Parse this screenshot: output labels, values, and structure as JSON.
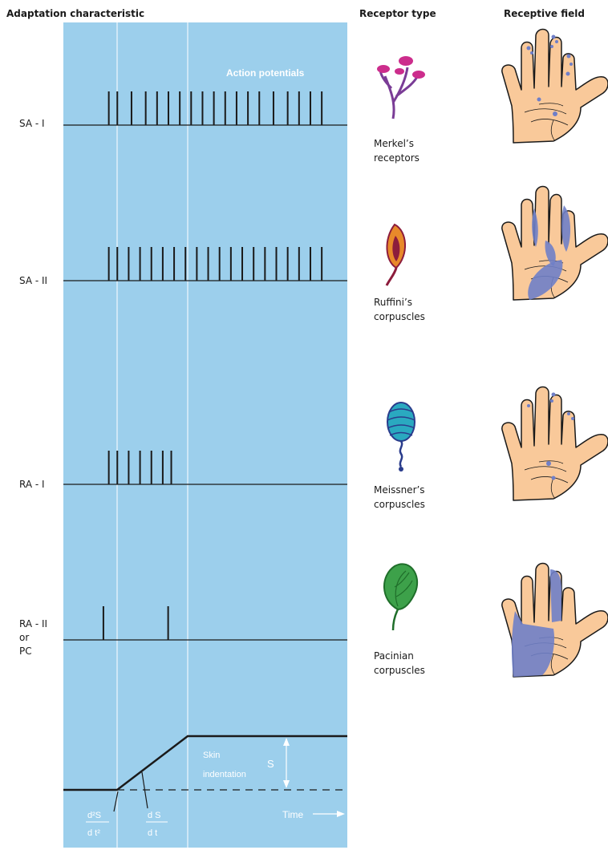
{
  "headers": {
    "adaptation": "Adaptation characteristic",
    "receptor_type": "Receptor type",
    "receptive_field": "Receptive field"
  },
  "action_potentials_label": "Action potentials",
  "rows": [
    {
      "label": "SA - I",
      "receptor_line1": "Merkel’s",
      "receptor_line2": "receptors",
      "spike_times": [
        0.16,
        0.19,
        0.24,
        0.29,
        0.33,
        0.37,
        0.41,
        0.45,
        0.49,
        0.53,
        0.57,
        0.61,
        0.65,
        0.69,
        0.74,
        0.79,
        0.83,
        0.87,
        0.91
      ],
      "colors": {
        "stalk": "#7a3c96",
        "bulb": "#cc2d8c"
      }
    },
    {
      "label": "SA - II",
      "receptor_line1": "Ruffini’s",
      "receptor_line2": "corpuscles",
      "spike_times": [
        0.16,
        0.19,
        0.23,
        0.27,
        0.31,
        0.35,
        0.39,
        0.43,
        0.47,
        0.51,
        0.55,
        0.59,
        0.63,
        0.67,
        0.71,
        0.75,
        0.79,
        0.83,
        0.87,
        0.91
      ],
      "colors": {
        "outer": "#e8892a",
        "inner": "#8c1c3c"
      }
    },
    {
      "label": "RA - I",
      "receptor_line1": "Meissner’s",
      "receptor_line2": "corpuscles",
      "spike_times": [
        0.16,
        0.19,
        0.23,
        0.27,
        0.31,
        0.35,
        0.38
      ],
      "colors": {
        "body": "#2aa9c0",
        "stroke": "#2a3c8c"
      }
    },
    {
      "label_lines": [
        "RA - II",
        "or",
        "PC"
      ],
      "receptor_line1": "Pacinian",
      "receptor_line2": "corpuscles",
      "spike_times": [
        0.141,
        0.369
      ],
      "colors": {
        "leaf": "#3da14a",
        "stem": "#1f6e2a"
      }
    }
  ],
  "stimulus": {
    "skin_label_line1": "Skin",
    "skin_label_line2": "indentation",
    "s_label": "S",
    "time_label": "Time",
    "d2s_num": "d²S",
    "d2s_den": "d t²",
    "ds_num": "d S",
    "ds_den": "d t"
  },
  "colors": {
    "panel": "#9ccfec",
    "skin": "#f9c99a",
    "field": "#6f7fc8",
    "ink": "#1a1a1a"
  }
}
